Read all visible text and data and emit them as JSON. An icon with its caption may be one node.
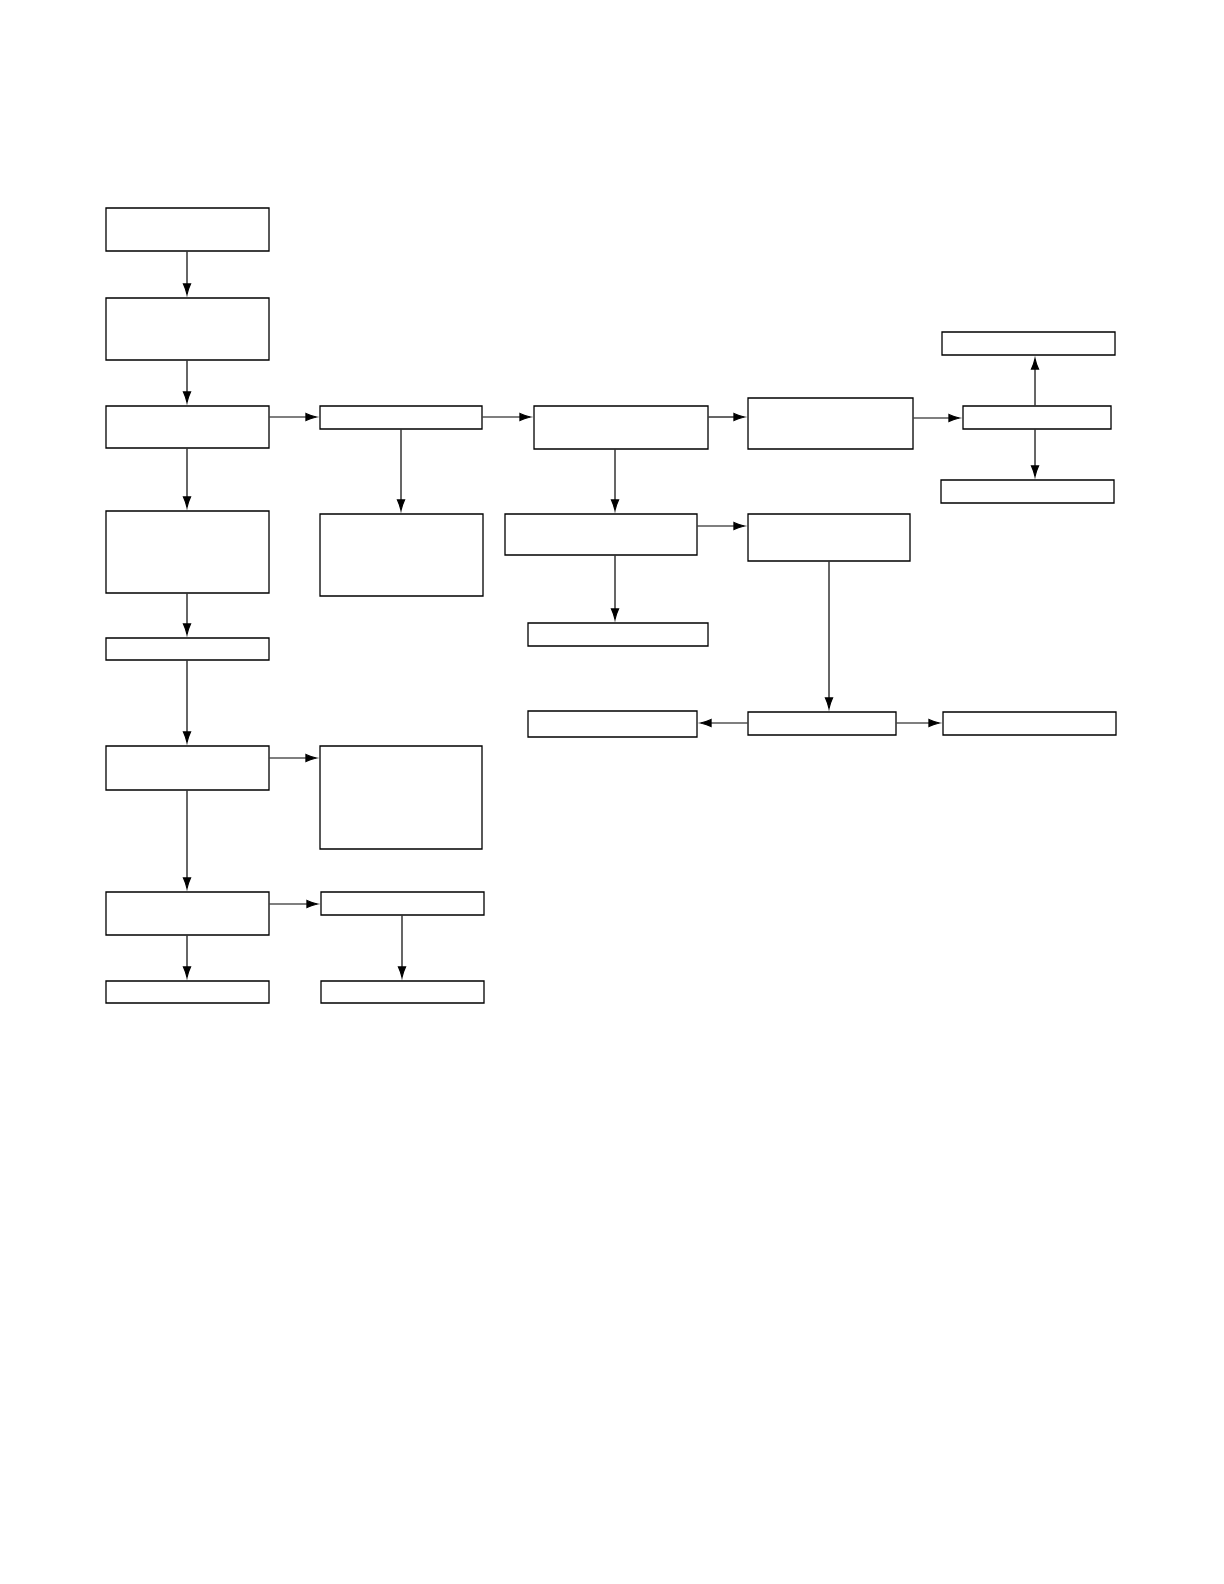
{
  "diagram": {
    "nodes": [
      {
        "text": [],
        "shape": "box"
      },
      {
        "text": [],
        "shape": "box"
      },
      {
        "text": [],
        "shape": "box"
      },
      {
        "text": [],
        "shape": "box"
      },
      {
        "text": [],
        "shape": "box"
      },
      {
        "text": [],
        "shape": "box"
      },
      {
        "text": [],
        "shape": "box"
      },
      {
        "text": [],
        "shape": "box"
      },
      {
        "text": [],
        "shape": "box"
      },
      {
        "text": [],
        "shape": "box"
      },
      {
        "text": [],
        "shape": "box"
      },
      {
        "text": [],
        "shape": "box"
      },
      {
        "text": [],
        "shape": "box"
      },
      {
        "text": [],
        "shape": "box"
      },
      {
        "text": [],
        "shape": "box"
      },
      {
        "text": [],
        "shape": "box"
      },
      {
        "text": [],
        "shape": "box"
      },
      {
        "text": [],
        "shape": "box"
      },
      {
        "text": [],
        "shape": "box"
      },
      {
        "text": [],
        "shape": "box"
      },
      {
        "text": [],
        "shape": "box"
      },
      {
        "text": [],
        "shape": "box"
      },
      {
        "text": [],
        "shape": "box"
      },
      {
        "text": [],
        "shape": "box"
      }
    ],
    "edges": [
      {
        "from": 0,
        "to": 1,
        "arrow": "to"
      },
      {
        "from": 1,
        "to": 3,
        "arrow": "to"
      },
      {
        "from": 3,
        "to": 4,
        "arrow": "to"
      },
      {
        "from": 4,
        "to": 5,
        "arrow": "to"
      },
      {
        "from": 5,
        "to": 6,
        "arrow": "to"
      },
      {
        "from": 6,
        "to": 7,
        "arrow": "to"
      },
      {
        "from": 7,
        "to": 2,
        "arrow": "to"
      },
      {
        "from": 7,
        "to": 8,
        "arrow": "to"
      },
      {
        "from": 3,
        "to": 9,
        "arrow": "to"
      },
      {
        "from": 4,
        "to": 10,
        "arrow": "to"
      },
      {
        "from": 5,
        "to": 11,
        "arrow": "to"
      },
      {
        "from": 11,
        "to": 12,
        "arrow": "to"
      },
      {
        "from": 11,
        "to": 13,
        "arrow": "to"
      },
      {
        "from": 9,
        "to": 14,
        "arrow": "to"
      },
      {
        "from": 12,
        "to": 16,
        "arrow": "to"
      },
      {
        "from": 16,
        "to": 15,
        "arrow": "to"
      },
      {
        "from": 16,
        "to": 17,
        "arrow": "to"
      },
      {
        "from": 14,
        "to": 18,
        "arrow": "to"
      },
      {
        "from": 18,
        "to": 19,
        "arrow": "to"
      },
      {
        "from": 18,
        "to": 20,
        "arrow": "to"
      },
      {
        "from": 20,
        "to": 21,
        "arrow": "to"
      },
      {
        "from": 20,
        "to": 22,
        "arrow": "to"
      },
      {
        "from": 21,
        "to": 23,
        "arrow": "to"
      }
    ]
  }
}
